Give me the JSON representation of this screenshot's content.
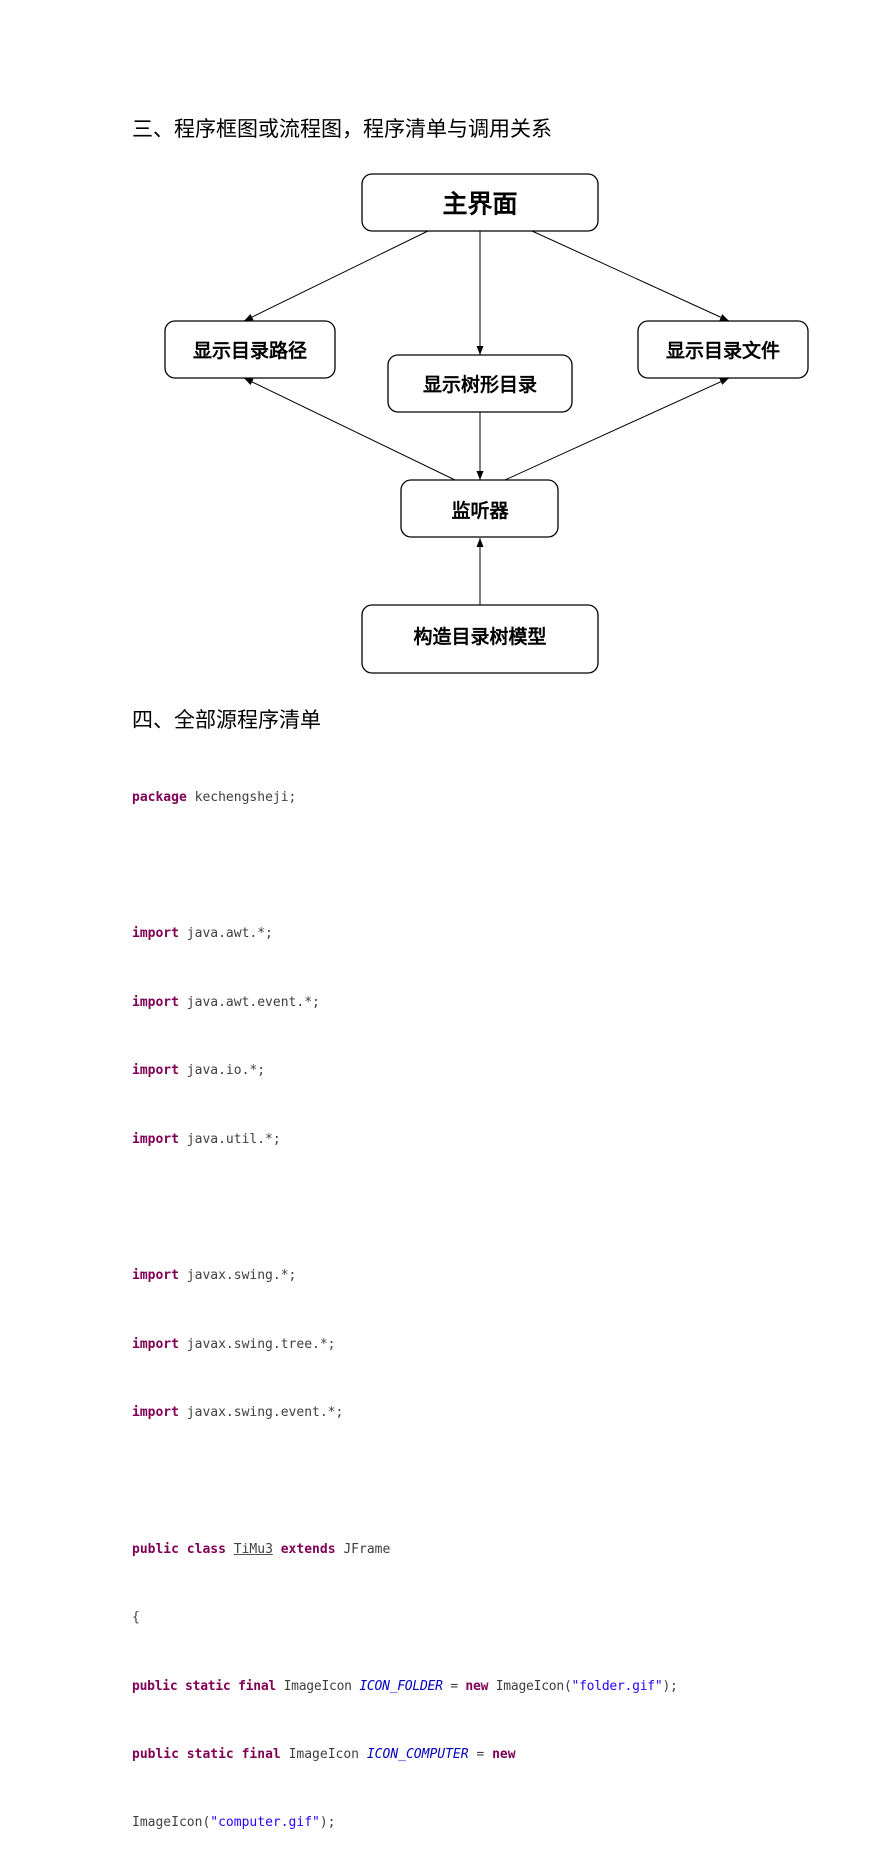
{
  "section3_heading": "三、程序框图或流程图，程序清单与调用关系",
  "section4_heading": "四、全部源程序清单",
  "diagram": {
    "nodes": {
      "main": "主界面",
      "path": "显示目录路径",
      "tree": "显示树形目录",
      "files": "显示目录文件",
      "listener": "监听器",
      "model": "构造目录树模型"
    }
  },
  "code": {
    "package_kw": "package",
    "package_name": " kechengsheji;",
    "import_kw": "import",
    "imports": [
      " java.awt.*;",
      " java.awt.event.*;",
      " java.io.*;",
      " java.util.*;"
    ],
    "swing_imports": [
      " javax.swing.*;",
      " javax.swing.tree.*;",
      " javax.swing.event.*;"
    ],
    "public_kw": "public",
    "class_kw": "class",
    "class_name": "TiMu3",
    "extends_kw": "extends",
    "superclass": "JFrame",
    "open_brace": "{",
    "static_kw": "static",
    "final_kw": "final",
    "new_kw": "new",
    "type_name": "ImageIcon",
    "field1_name": "ICON_FOLDER",
    "field1_value": "\"folder.gif\"",
    "field2_name": "ICON_COMPUTER",
    "field2_value": "\"computer.gif\"",
    "assign": " = ",
    "paren_open": "(",
    "paren_close_semicolon": ");",
    "space": " "
  }
}
